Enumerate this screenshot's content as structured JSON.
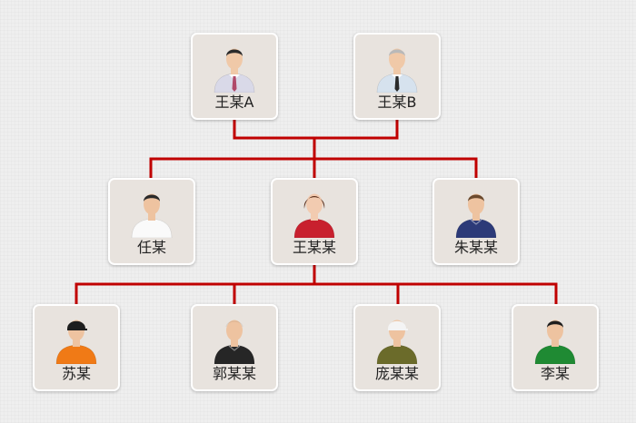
{
  "diagram": {
    "line_color": "#c00000",
    "nodes": [
      {
        "id": "a",
        "label": "王某A",
        "icon": "businessman-purple-tie-icon",
        "colors": {
          "shirt": "#d9d9e8",
          "tie": "#b04a6a",
          "hair": "#2b2b2b",
          "skin": "#f0c9a8"
        }
      },
      {
        "id": "b",
        "label": "王某B",
        "icon": "businessman-gray-hair-icon",
        "colors": {
          "shirt": "#d6e2ee",
          "tie": "#2a2a2a",
          "hair": "#b9b9b9",
          "skin": "#f0c9a8"
        }
      },
      {
        "id": "c1",
        "label": "任某",
        "icon": "person-white-tshirt-icon",
        "colors": {
          "shirt": "#fafafa",
          "hair": "#2a2a2a",
          "skin": "#eec3a0"
        }
      },
      {
        "id": "c2",
        "label": "王某某",
        "icon": "woman-red-top-icon",
        "colors": {
          "shirt": "#c8202e",
          "hair": "#5a2e1a",
          "skin": "#f2cbb0"
        }
      },
      {
        "id": "c3",
        "label": "朱某某",
        "icon": "person-navy-sweater-icon",
        "colors": {
          "shirt": "#2c3a78",
          "hair": "#6b4a2e",
          "skin": "#eec3a0"
        }
      },
      {
        "id": "g1",
        "label": "苏某",
        "icon": "person-orange-shirt-cap-icon",
        "colors": {
          "shirt": "#f07a16",
          "hair": "#1e1e1e",
          "skin": "#eec3a0"
        }
      },
      {
        "id": "g2",
        "label": "郭某某",
        "icon": "bald-person-black-polo-icon",
        "colors": {
          "shirt": "#262626",
          "hair": "#e7c09e",
          "skin": "#eec3a0"
        }
      },
      {
        "id": "g3",
        "label": "庞某某",
        "icon": "person-olive-jacket-cap-icon",
        "colors": {
          "shirt": "#6b6b2a",
          "hair": "#f4f4f4",
          "skin": "#eec3a0"
        }
      },
      {
        "id": "g4",
        "label": "李某",
        "icon": "person-green-shirt-icon",
        "colors": {
          "shirt": "#1f8a33",
          "hair": "#1e1e1e",
          "skin": "#eec3a0"
        }
      }
    ],
    "edges": [
      {
        "from": [
          "a",
          "b"
        ],
        "to": "c2"
      },
      {
        "from": [
          "c2"
        ],
        "to": [
          "c1",
          "c2",
          "c3"
        ]
      },
      {
        "from": [
          "c2"
        ],
        "to": [
          "g1",
          "g2",
          "g3",
          "g4"
        ]
      }
    ]
  }
}
